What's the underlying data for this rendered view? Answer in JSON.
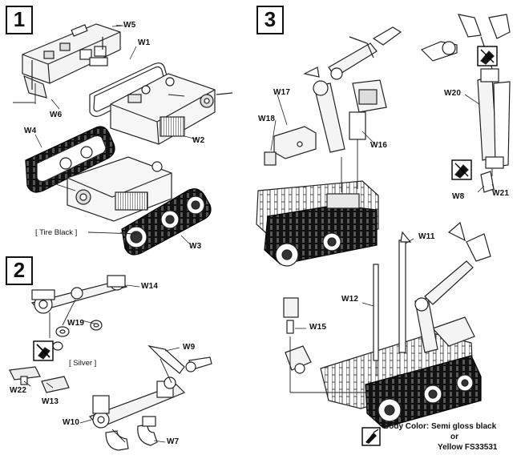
{
  "steps": {
    "s1": "1",
    "s2": "2",
    "s3": "3"
  },
  "labels": {
    "w1": "W1",
    "w2": "W2",
    "w3": "W3",
    "w4": "W4",
    "w5": "W5",
    "w6": "W6",
    "w7": "W7",
    "w8": "W8",
    "w9": "W9",
    "w10": "W10",
    "w11": "W11",
    "w12": "W12",
    "w13": "W13",
    "w14": "W14",
    "w15": "W15",
    "w16": "W16",
    "w17": "W17",
    "w18": "W18",
    "w19": "W19",
    "w20": "W20",
    "w21": "W21",
    "w22": "W22"
  },
  "notes": {
    "tire": "[ Tire Black ]",
    "silver": "[ Silver ]"
  },
  "color_note": {
    "line1": "Body  Color: Semi gloss black",
    "line2": "or",
    "line3": "Yellow FS33531"
  },
  "icons": [
    "brush-icon",
    "no-glue-icon",
    "glue-icon"
  ]
}
